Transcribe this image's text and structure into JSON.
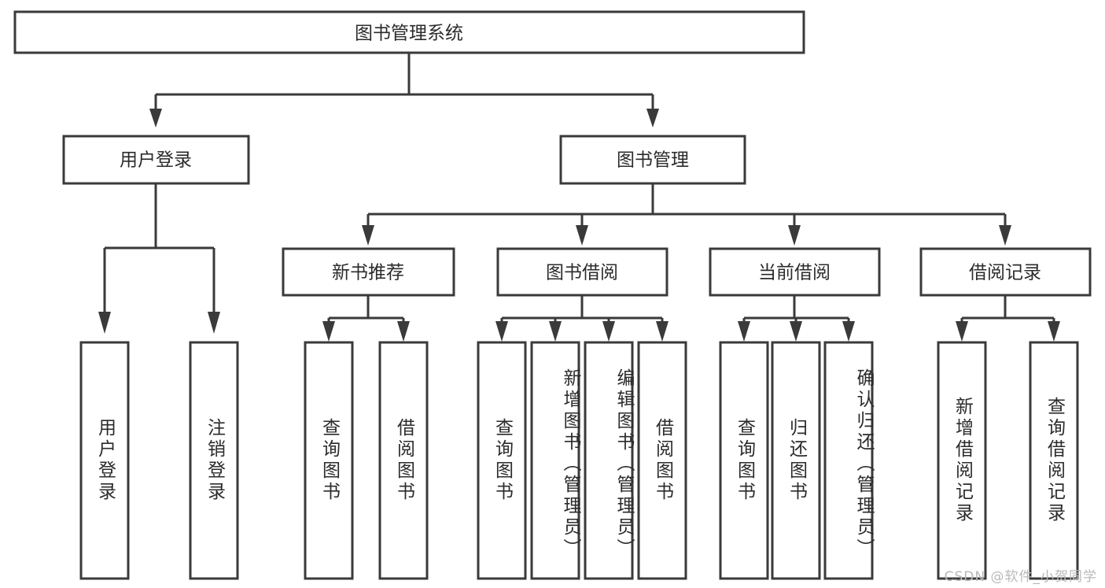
{
  "diagram": {
    "title": "图书管理系统",
    "type": "tree-hierarchy-diagram",
    "watermark": "CSDN @软件_小贺同学",
    "colors": {
      "background": "#ffffff",
      "box_stroke": "#3a3a3a",
      "box_fill": "#ffffff",
      "text": "#2b2b2b",
      "watermark": "#b9b9b9"
    },
    "root": {
      "label": "图书管理系统"
    },
    "level2": [
      {
        "label": "用户登录"
      },
      {
        "label": "图书管理"
      }
    ],
    "level3": [
      {
        "label": "新书推荐"
      },
      {
        "label": "图书借阅"
      },
      {
        "label": "当前借阅"
      },
      {
        "label": "借阅记录"
      }
    ],
    "leaves": {
      "user_login": [
        {
          "label": "用户登录"
        },
        {
          "label": "注销登录"
        }
      ],
      "new_book_rec": [
        {
          "label": "查询图书"
        },
        {
          "label": "借阅图书"
        }
      ],
      "book_borrow": [
        {
          "label": "查询图书"
        },
        {
          "label": "新增图书（管理员）"
        },
        {
          "label": "编辑图书（管理员）"
        },
        {
          "label": "借阅图书"
        }
      ],
      "current_borrow": [
        {
          "label": "查询图书"
        },
        {
          "label": "归还图书"
        },
        {
          "label": "确认归还（管理员）"
        }
      ],
      "borrow_record": [
        {
          "label": "新增借阅记录"
        },
        {
          "label": "查询借阅记录"
        }
      ]
    }
  }
}
